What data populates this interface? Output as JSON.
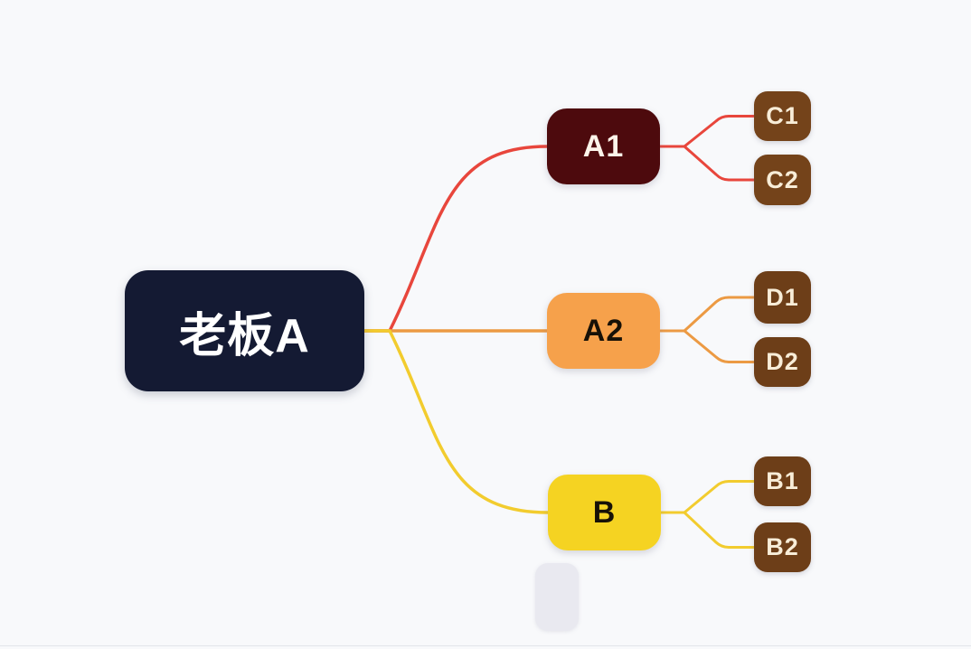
{
  "canvas": {
    "background": "#f8f9fb"
  },
  "mindmap": {
    "root": {
      "label": "老板A",
      "bg": "#141a33",
      "text_color": "#ffffff"
    },
    "branches": [
      {
        "color": "#e8463c",
        "parent": {
          "label": "A1",
          "bg": "#4d0a0d",
          "text_color": "#fdf4ea"
        },
        "children": [
          {
            "label": "C1",
            "bg": "#74431a",
            "text_color": "#f8edd8"
          },
          {
            "label": "C2",
            "bg": "#74431a",
            "text_color": "#f8edd8"
          }
        ]
      },
      {
        "color": "#ec9a43",
        "parent": {
          "label": "A2",
          "bg": "#f6a14b",
          "text_color": "#171107"
        },
        "children": [
          {
            "label": "D1",
            "bg": "#6d3e18",
            "text_color": "#f8edd8"
          },
          {
            "label": "D2",
            "bg": "#6d3e18",
            "text_color": "#f8edd8"
          }
        ]
      },
      {
        "color": "#f2cc2e",
        "parent": {
          "label": "B",
          "bg": "#f5d322",
          "text_color": "#171107"
        },
        "children": [
          {
            "label": "B1",
            "bg": "#6d3e18",
            "text_color": "#f8edd8"
          },
          {
            "label": "B2",
            "bg": "#6d3e18",
            "text_color": "#f8edd8"
          }
        ]
      }
    ],
    "placeholder": {
      "label": "",
      "bg": "#e9e9f0"
    }
  }
}
